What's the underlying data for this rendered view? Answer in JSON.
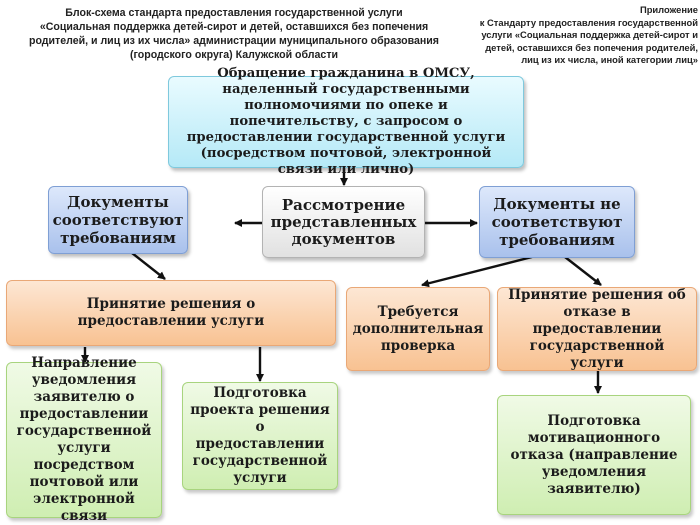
{
  "header": {
    "title_line1": "Блок-схема стандарта предоставления государственной услуги",
    "title_line2": "«Социальная поддержка детей-сирот и детей, оставшихся без попечения",
    "title_line3": "родителей,  и лиц из их числа» администрации муниципального образования",
    "title_line4": "(городского округа) Калужской области",
    "appendix_label": "Приложение",
    "appendix_line2": "к Стандарту предоставления государственной",
    "appendix_line3": "услуги «Социальная поддержка детей-сирот и",
    "appendix_line4": "детей, оставшихся без попечения родителей,",
    "appendix_line5": "лиц из их числа, иной категории лиц»"
  },
  "nodes": {
    "appeal": "Обращение гражданина в ОМСУ, наделенный государственными полномочиями по опеке и попечительству, с запросом о предоставлении государственной услуги (посредством почтовой, электронной связи или лично)",
    "review": "Рассмотрение представленных документов",
    "docs_ok": "Документы соответствуют требованиям",
    "docs_not_ok": "Документы не соответствуют требованиям",
    "decision_grant": "Принятие решения о предоставлении услуги",
    "extra_check": "Требуется дополнительная проверка",
    "decision_refuse": "Принятие решения об отказе в предоставлении государственной услуги",
    "notify": "Направление уведомления заявителю о предоставлении государственной услуги посредством почтовой или электронной связи",
    "draft": "Подготовка проекта решения о предоставлении государственной услуги",
    "refusal_prep": "Подготовка мотивационного отказа (направление уведомления заявителю)"
  },
  "colors": {
    "cyan": "#b5e9f7",
    "blue": "#a9c1ec",
    "grey": "#e1e1e1",
    "orange": "#f8c292",
    "green": "#cfeeb2",
    "arrow": "#111111"
  }
}
